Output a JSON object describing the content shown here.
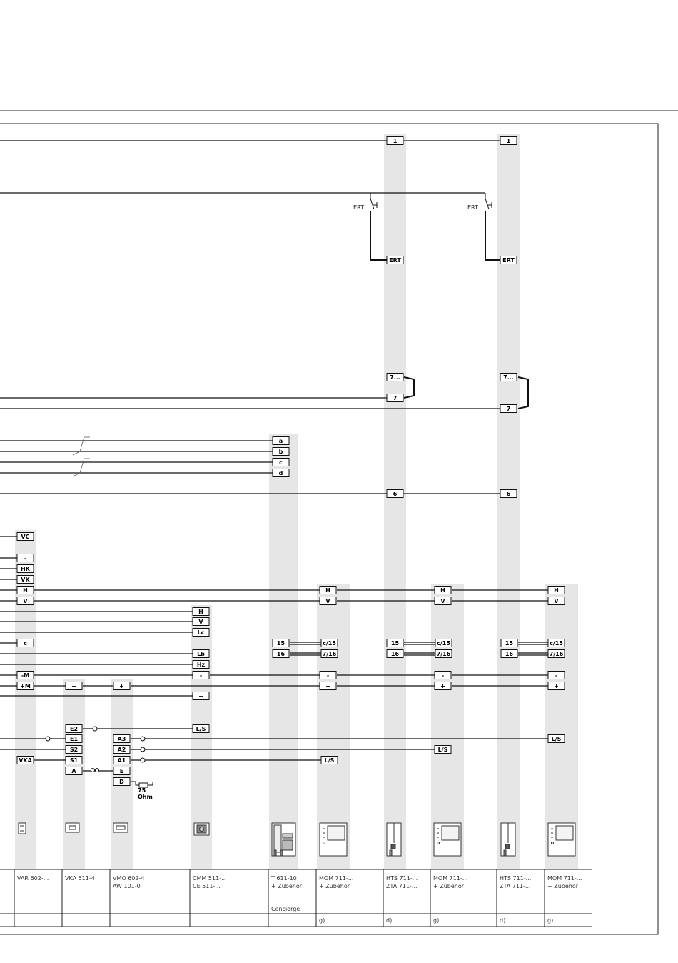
{
  "terminals": {
    "ert": "ERT",
    "t1": "1",
    "t6": "6",
    "t7": "7",
    "t7dots": "7...",
    "a": "a",
    "b": "b",
    "c": "c",
    "d": "d",
    "vc": "VC",
    "minus": "-",
    "hk": "HK",
    "vk": "VK",
    "h": "H",
    "v": "V",
    "lc": "Lc",
    "lb": "Lb",
    "hz": "Hz",
    "minus_m": "-M",
    "plus_m": "+M",
    "plus": "+",
    "ls": "L/S",
    "vka": "VKA",
    "t15": "15",
    "t16": "16",
    "c15": "c/15",
    "t716": "7/16",
    "e2": "E2",
    "e1": "E1",
    "s2": "S2",
    "s1": "S1",
    "ta": "A",
    "a3": "A3",
    "a2": "A2",
    "a1": "A1",
    "te": "E",
    "td": "D"
  },
  "labels": {
    "ert": "ERT",
    "ohm_value": "75",
    "ohm_unit": "Ohm"
  },
  "devices": [
    {
      "line1": "VAR 602-...",
      "line2": "",
      "line3": "",
      "note": ""
    },
    {
      "line1": "VKA 511-4",
      "line2": "",
      "line3": "",
      "note": ""
    },
    {
      "line1": "VMO 602-4",
      "line2": "AW 101-0",
      "line3": "",
      "note": ""
    },
    {
      "line1": "CMM 511-...",
      "line2": "CE 511-...",
      "line3": "",
      "note": ""
    },
    {
      "line1": "T 611-10",
      "line2": "+ Zubehör",
      "line3": "Concierge",
      "note": ""
    },
    {
      "line1": "MOM 711-...",
      "line2": "+ Zubehör",
      "line3": "",
      "note": "g)"
    },
    {
      "line1": "HTS 711-...",
      "line2": "ZTA 711-...",
      "line3": "",
      "note": "d)"
    },
    {
      "line1": "MOM 711-...",
      "line2": "+ Zubehör",
      "line3": "",
      "note": "g)"
    },
    {
      "line1": "HTS 711-...",
      "line2": "ZTA 711-...",
      "line3": "",
      "note": "d)"
    },
    {
      "line1": "MOM 711-...",
      "line2": "+ Zubehör",
      "line3": "",
      "note": "g)"
    }
  ],
  "icons": [
    "amplifier-module-icon",
    "camera-module-icon",
    "video-module-icon",
    "camera-display-icon",
    "concierge-station-icon",
    "video-monitor-icon",
    "handset-icon",
    "video-monitor-icon",
    "handset-icon",
    "video-monitor-icon"
  ],
  "colors": {
    "column_shade": "#e6e6e6",
    "wire": "#111111"
  }
}
